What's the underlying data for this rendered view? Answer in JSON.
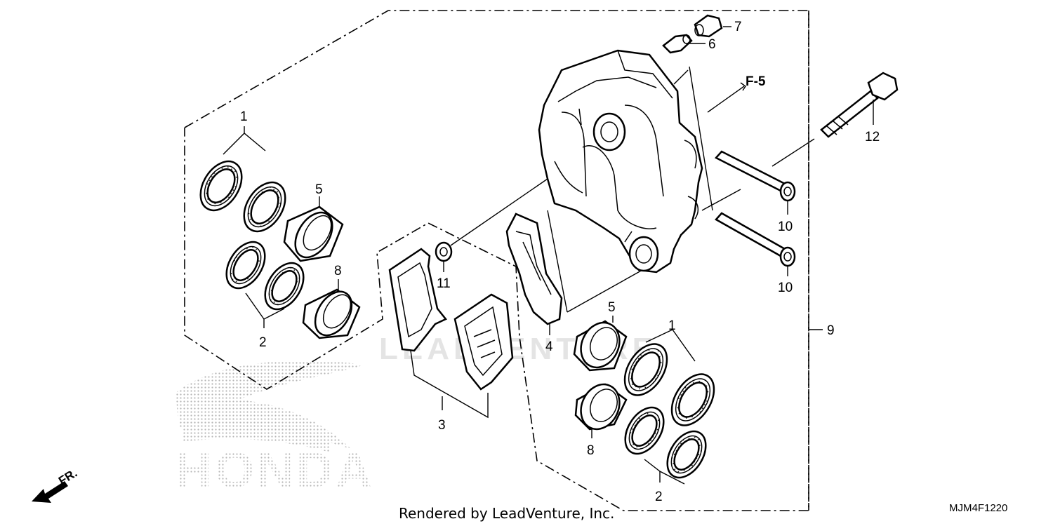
{
  "callouts": {
    "c1a": "1",
    "c2a": "2",
    "c5a": "5",
    "c8a": "8",
    "c3": "3",
    "c4": "4",
    "c11": "11",
    "c5b": "5",
    "c8b": "8",
    "c1b": "1",
    "c2b": "2",
    "c6": "6",
    "c7": "7",
    "c12": "12",
    "c10a": "10",
    "c10b": "10",
    "c9": "9"
  },
  "reference": "F-5",
  "front_arrow": "FR.",
  "brand_mark": "HONDA",
  "watermark": "LEADVENTURE",
  "footer": "Rendered by LeadVenture, Inc.",
  "diagram_code": "MJM4F1220"
}
